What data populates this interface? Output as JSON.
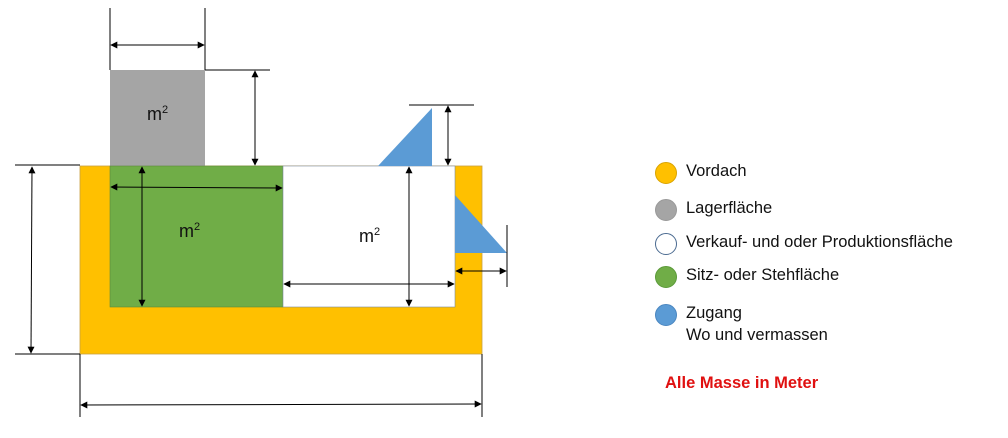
{
  "diagram": {
    "area_unit": "m",
    "area_exp": "2",
    "colors": {
      "vordach": "#FFC000",
      "lager": "#A5A5A5",
      "verkauf": "#FFFFFF",
      "sitz": "#70AD47",
      "zugang": "#5B9BD5"
    }
  },
  "legend": [
    {
      "label": "Vordach",
      "color": "#FFC000"
    },
    {
      "label": "Lagerfläche",
      "color": "#A5A5A5"
    },
    {
      "label": "Verkauf- und oder Produktionsfläche",
      "color": "#FFFFFF"
    },
    {
      "label": "Sitz- oder Stehfläche",
      "color": "#70AD47"
    },
    {
      "label": "Zugang",
      "sub": "Wo und vermassen",
      "color": "#5B9BD5"
    }
  ],
  "note": "Alle Masse in Meter"
}
